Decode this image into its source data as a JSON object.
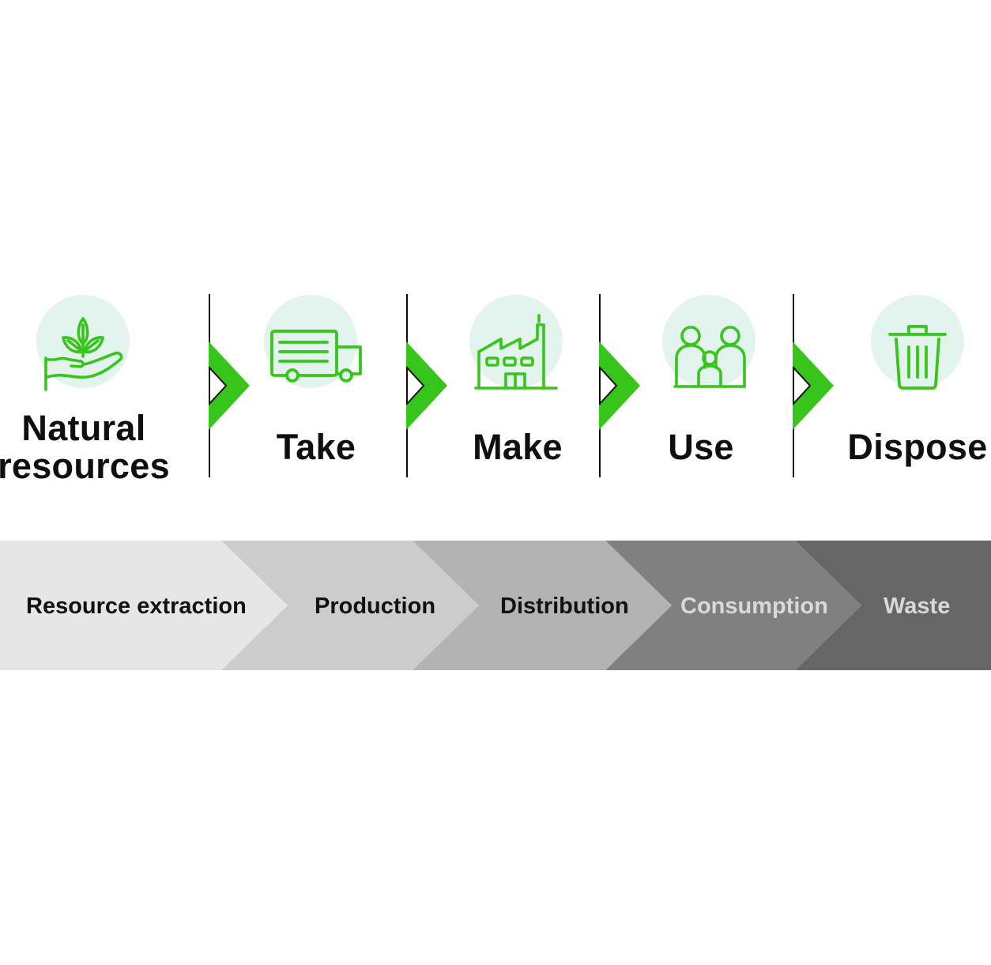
{
  "steps": [
    {
      "label_lines": [
        "Natural",
        "resources"
      ],
      "icon": "hand-with-plant-icon"
    },
    {
      "label": "Take",
      "icon": "delivery-truck-icon"
    },
    {
      "label": "Make",
      "icon": "factory-icon"
    },
    {
      "label": "Use",
      "icon": "family-people-icon"
    },
    {
      "label": "Dispose",
      "icon": "trash-bin-icon"
    }
  ],
  "flow": [
    {
      "label": "Resource extraction",
      "fill": "#e6e6e6",
      "text_color": "#111111"
    },
    {
      "label": "Production",
      "fill": "#cccccc",
      "text_color": "#111111"
    },
    {
      "label": "Distribution",
      "fill": "#b3b3b3",
      "text_color": "#111111"
    },
    {
      "label": "Consumption",
      "fill": "#808080",
      "text_color": "#d9d9d9"
    },
    {
      "label": "Waste",
      "fill": "#666666",
      "text_color": "#d9d9d9"
    }
  ],
  "colors": {
    "accent_green": "#37c51b",
    "icon_circle": "#e3f3ee",
    "divider": "#111111",
    "label_text": "#0f0f0f"
  }
}
